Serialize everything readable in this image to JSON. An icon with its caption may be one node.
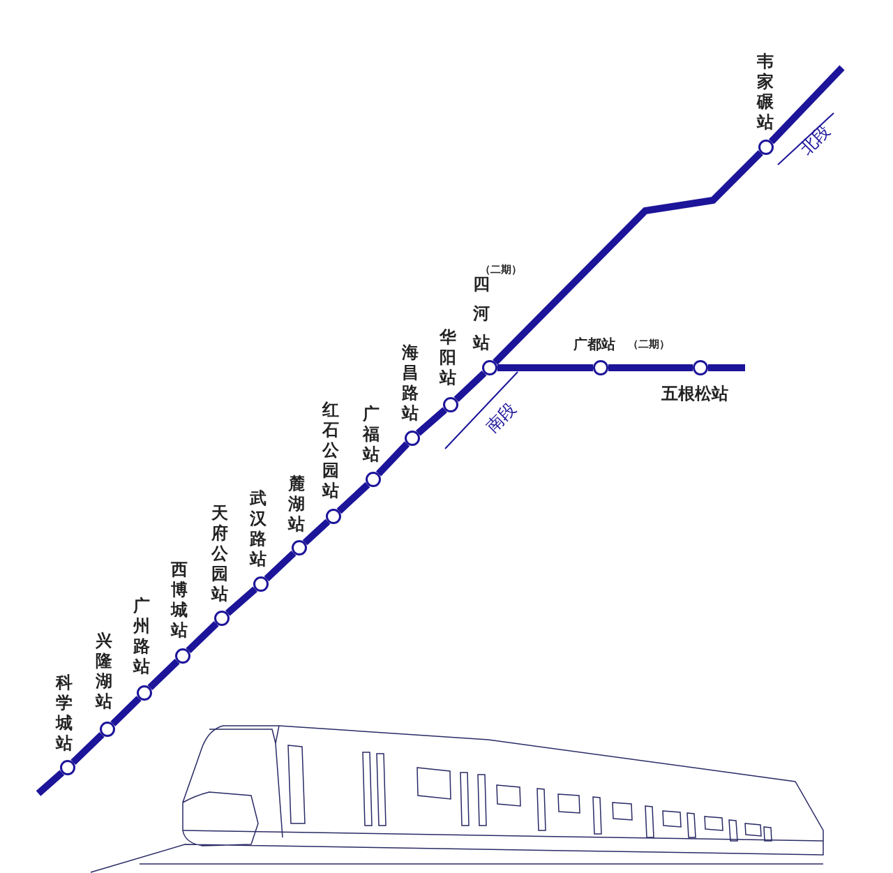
{
  "diagram": {
    "nodes": [
      {
        "text": [],
        "shape": "circle",
        "beside": [
          "科学城站"
        ]
      },
      {
        "text": [],
        "shape": "circle",
        "beside": [
          "兴隆湖站"
        ]
      },
      {
        "text": [],
        "shape": "circle",
        "beside": [
          "广州路站"
        ]
      },
      {
        "text": [],
        "shape": "circle",
        "beside": [
          "西博城站"
        ]
      },
      {
        "text": [],
        "shape": "circle",
        "beside": [
          "天府公园站"
        ]
      },
      {
        "text": [],
        "shape": "circle",
        "beside": [
          "武汉路站"
        ]
      },
      {
        "text": [],
        "shape": "circle",
        "beside": [
          "麓湖站"
        ]
      },
      {
        "text": [],
        "shape": "circle",
        "beside": [
          "红石公园站"
        ]
      },
      {
        "text": [],
        "shape": "circle",
        "beside": [
          "广福站"
        ]
      },
      {
        "text": [],
        "shape": "circle",
        "beside": [
          "海昌路站"
        ]
      },
      {
        "text": [],
        "shape": "circle",
        "beside": [
          "华阳站"
        ]
      },
      {
        "text": [],
        "shape": "circle",
        "beside": [
          "（二期）",
          "四河站"
        ]
      },
      {
        "text": [],
        "shape": "circle",
        "beside": [
          "广都站",
          "（二期）"
        ]
      },
      {
        "text": [],
        "shape": "circle",
        "beside": [
          "五根松站"
        ]
      },
      {
        "text": [],
        "shape": "circle",
        "beside": [
          "韦家碾站"
        ]
      }
    ],
    "edges": [
      {
        "from": null,
        "to": 0,
        "arrow": "none"
      },
      {
        "from": 0,
        "to": 1,
        "arrow": "none"
      },
      {
        "from": 1,
        "to": 2,
        "arrow": "none"
      },
      {
        "from": 2,
        "to": 3,
        "arrow": "none"
      },
      {
        "from": 3,
        "to": 4,
        "arrow": "none"
      },
      {
        "from": 4,
        "to": 5,
        "arrow": "none"
      },
      {
        "from": 5,
        "to": 6,
        "arrow": "none"
      },
      {
        "from": 6,
        "to": 7,
        "arrow": "none"
      },
      {
        "from": 7,
        "to": 8,
        "arrow": "none"
      },
      {
        "from": 8,
        "to": 9,
        "arrow": "none"
      },
      {
        "from": 9,
        "to": 10,
        "arrow": "none"
      },
      {
        "from": 10,
        "to": 11,
        "arrow": "none"
      },
      {
        "from": 11,
        "to": 12,
        "arrow": "none"
      },
      {
        "from": 12,
        "to": 13,
        "arrow": "none"
      },
      {
        "from": 13,
        "to": null,
        "arrow": "none"
      },
      {
        "from": 11,
        "to": 14,
        "arrow": "none"
      },
      {
        "from": 14,
        "to": null,
        "arrow": "none"
      }
    ],
    "labels": [
      "北段",
      "南段"
    ]
  }
}
